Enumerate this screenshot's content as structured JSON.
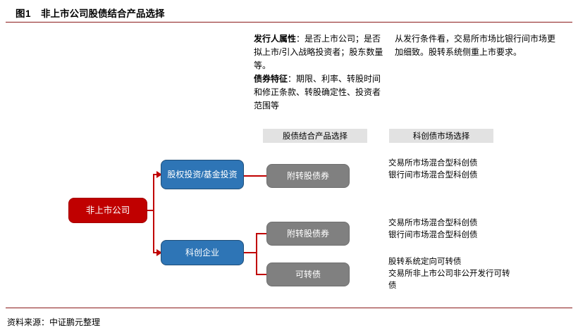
{
  "title": {
    "label": "图1",
    "text": "非上市公司股债结合产品选择"
  },
  "footer": {
    "source": "资料来源：中证鹏元整理"
  },
  "notes": {
    "left": {
      "heading_1": "发行人属性",
      "body_1": "：是否上市公司；是否拟上市/引入战略投资者；股东数量等。",
      "heading_2": "债券特征",
      "body_2": "：期限、利率、转股时间和修正条款、转股确定性、投资者范围等"
    },
    "right": {
      "body": "从发行条件看，交易所市场比银行间市场更加细致。股转系统侧重上市要求。"
    }
  },
  "column_headers": [
    {
      "label": "股债结合产品选择"
    },
    {
      "label": "科创债市场选择"
    }
  ],
  "flow": {
    "root": {
      "label": "非上市公司",
      "color": "#C00000"
    },
    "branches": [
      {
        "label": "股权投资/基金投资",
        "color": "#2E75B6"
      },
      {
        "label": "科创企业",
        "color": "#2E75B6"
      }
    ],
    "products": [
      {
        "label": "附转股债券",
        "color": "#808080"
      },
      {
        "label": "附转股债券",
        "color": "#808080"
      },
      {
        "label": "可转债",
        "color": "#808080"
      }
    ]
  },
  "markets": [
    {
      "line_1": "交易所市场混合型科创债",
      "line_2": "银行间市场混合型科创债"
    },
    {
      "line_1": "交易所市场混合型科创债",
      "line_2": "银行间市场混合型科创债"
    },
    {
      "line_1": "股转系统定向可转债",
      "line_2": "交易所非上市公司非公开发行可转债"
    }
  ],
  "colors": {
    "rule": "#8B1A1A",
    "connector": "#C00000",
    "header_bar": "#E2E2E2"
  }
}
